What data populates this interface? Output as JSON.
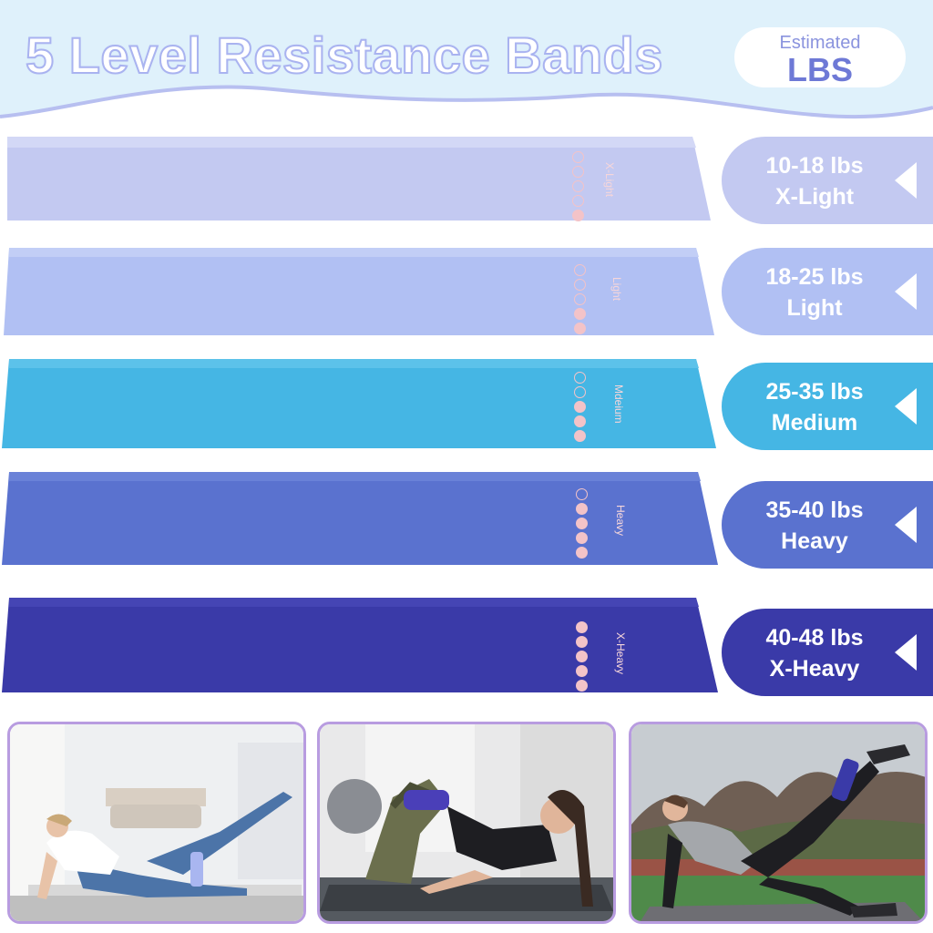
{
  "header": {
    "title": "5 Level Resistance Bands",
    "estimated_label": "Estimated",
    "unit_label": "LBS"
  },
  "colors": {
    "header_bg": "#dff1fb",
    "title_outline": "#a9b3f0",
    "band_xlight": "#c3c9f1",
    "band_light": "#b1c0f3",
    "band_medium": "#45b6e4",
    "band_heavy": "#5a72cf",
    "band_xheavy": "#3a3aa8",
    "photo_border": "#b89ce0"
  },
  "bands": [
    {
      "band_text": "X-Light",
      "level_dots": 1,
      "lbs": "10-18 lbs",
      "level": "X-Light",
      "color": "#c3c9f1"
    },
    {
      "band_text": "Light",
      "level_dots": 2,
      "lbs": "18-25 lbs",
      "level": "Light",
      "color": "#b1c0f3"
    },
    {
      "band_text": "Mdeium",
      "level_dots": 3,
      "lbs": "25-35 lbs",
      "level": "Medium",
      "color": "#45b6e4"
    },
    {
      "band_text": "Heavy",
      "level_dots": 4,
      "lbs": "35-40 lbs",
      "level": "Heavy",
      "color": "#5a72cf"
    },
    {
      "band_text": "X-Heavy",
      "level_dots": 5,
      "lbs": "40-48 lbs",
      "level": "X-Heavy",
      "color": "#3a3aa8"
    }
  ],
  "photos": [
    {
      "scene": "side-lying-leg-raise"
    },
    {
      "scene": "glute-bridge"
    },
    {
      "scene": "donkey-kick-outdoors"
    }
  ]
}
